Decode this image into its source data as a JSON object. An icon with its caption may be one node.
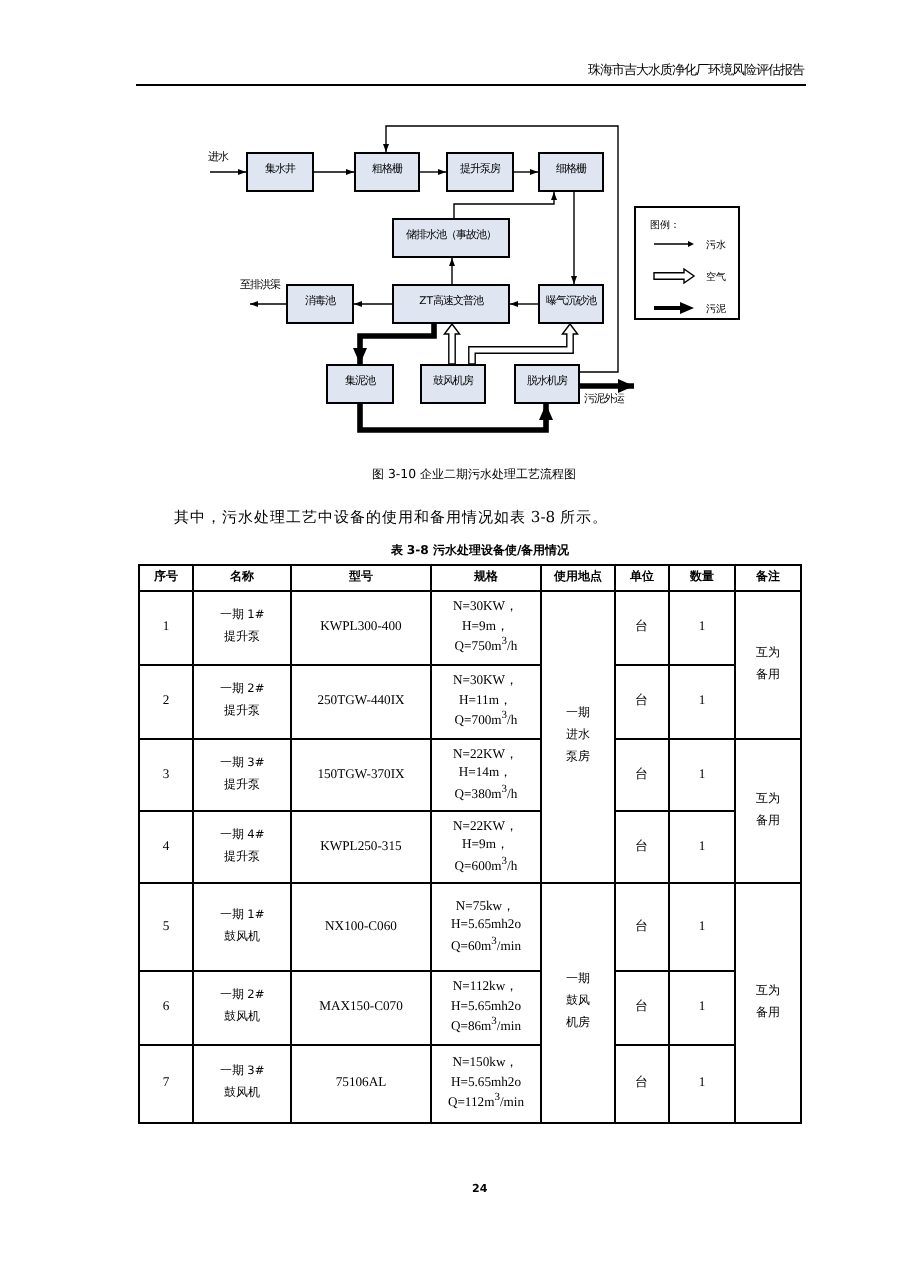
{
  "diagram": {
    "caption": "图 3-10 企业二期污水处理工艺流程图",
    "nodes": [
      {
        "text": [
          "进水"
        ]
      },
      {
        "text": [
          "集水井"
        ]
      },
      {
        "text": [
          "粗格栅"
        ]
      },
      {
        "text": [
          "提升泵房"
        ]
      },
      {
        "text": [
          "细格栅"
        ]
      },
      {
        "text": [
          "储排水池（事故池）"
        ]
      },
      {
        "text": [
          "消毒池"
        ]
      },
      {
        "text": [
          "ZT高速文普池"
        ]
      },
      {
        "text": [
          "曝气沉砂池"
        ]
      },
      {
        "text": [
          "至排洪渠"
        ]
      },
      {
        "text": [
          "集泥池"
        ]
      },
      {
        "text": [
          "鼓风机房"
        ]
      },
      {
        "text": [
          "脱水机房"
        ]
      },
      {
        "text": [
          "污泥外运"
        ]
      }
    ],
    "edges": [
      {
        "from": 0,
        "to": 1,
        "arrow": "to"
      },
      {
        "from": 1,
        "to": 2,
        "arrow": "to"
      },
      {
        "from": 2,
        "to": 3,
        "arrow": "to"
      },
      {
        "from": 3,
        "to": 4,
        "arrow": "to"
      },
      {
        "from": 4,
        "to": 8,
        "arrow": "to"
      },
      {
        "from": 8,
        "to": 7,
        "arrow": "to"
      },
      {
        "from": 7,
        "to": 5,
        "arrow": "to"
      },
      {
        "from": 5,
        "to": 4,
        "arrow": "to"
      },
      {
        "from": 7,
        "to": 6,
        "arrow": "to"
      },
      {
        "from": 6,
        "to": 9,
        "arrow": "to"
      },
      {
        "from": 7,
        "to": 10,
        "arrow": "to",
        "style": "thick"
      },
      {
        "from": 11,
        "to": 7,
        "arrow": "to",
        "style": "thick",
        "color": "#ffffff"
      },
      {
        "from": 11,
        "to": 8,
        "arrow": "to",
        "style": "thick",
        "color": "#ffffff"
      },
      {
        "from": 10,
        "to": 12,
        "arrow": "to",
        "style": "thick"
      },
      {
        "from": 12,
        "to": 2,
        "arrow": "to"
      },
      {
        "from": 12,
        "to": 13,
        "arrow": "to",
        "style": "thick"
      }
    ],
    "labels": [
      "珠海市吉大水质净化厂环境风险评估报告",
      "图例：",
      "其中，污水处理工艺中设备的使用和备用情况如表 3-8 所示。",
      "表 3-8 污水处理设备使/备用情况",
      "序号",
      "名称",
      "型号",
      "规格",
      "使用地点",
      "单位",
      "数量",
      "备注",
      "1",
      "一期 1#提升泵",
      "KWPL300-400",
      "N=30KW， H=9m， Q=750m$^{3}$/h",
      "一期进水泵房",
      "台",
      "1",
      "互为备用",
      "2",
      "一期 2#提升泵",
      "250TGW-440IX",
      "N=30KW， H=11m， Q=700m$^{3}$/h",
      "台",
      "1",
      "3",
      "一期 3#提升泵",
      "150TGW-370IX",
      "N=22KW， H=14m， Q=380m$^{3}$/h",
      "台",
      "1",
      "互为备用",
      "4",
      "一期 4#提升泵",
      "KWPL250-315",
      "N=22KW， H=9m， Q=600m$^{3}$/h",
      "台",
      "1",
      "5",
      "一期 1#鼓风机",
      "NX100-C060",
      "N=75kw， H=5.65mh2o Q=60m$^{3}$/min",
      "一期鼓风机房",
      "台",
      "1",
      "互为备用",
      "6",
      "一期 2#鼓风机",
      "MAX150-C070",
      "N=112kw， H=5.65mh2o Q=86m$^{3}$/min",
      "台",
      "1",
      "7",
      "一期 3#鼓风机",
      "75106AL",
      "N=150kw， H=5.65mh2o Q=112m$^{3}$/min",
      "台",
      "1",
      "24"
    ],
    "legend": [
      {
        "text": "污水"
      },
      {
        "text": "空气"
      },
      {
        "text": "污泥"
      }
    ]
  }
}
